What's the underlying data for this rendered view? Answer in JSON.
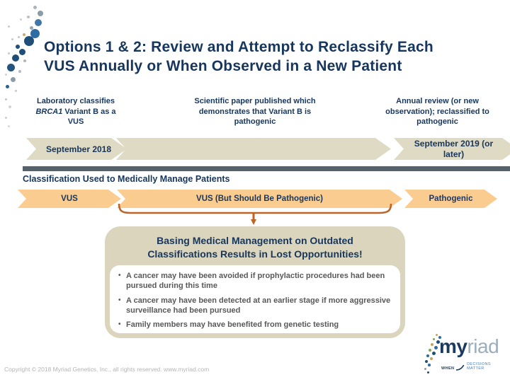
{
  "slide": {
    "title": "Options 1 & 2: Review and Attempt to Reclassify Each VUS Annually or When Observed in a New Patient",
    "columns": [
      {
        "pre": "Laboratory classifies ",
        "gene": "BRCA1",
        "post": " Variant B as a VUS"
      },
      {
        "text": "Scientific paper published which demonstrates that Variant B is pathogenic"
      },
      {
        "text": "Annual review (or new observation); reclassified to pathogenic"
      }
    ],
    "timeline": {
      "start_label": "September 2018",
      "end_label": "September 2019 (or later)"
    },
    "classification": {
      "heading": "Classification Used to Medically Manage Patients",
      "segments": [
        {
          "label": "VUS"
        },
        {
          "label": "VUS (But Should Be Pathogenic)"
        },
        {
          "label": "Pathogenic"
        }
      ]
    },
    "callout": {
      "heading": "Basing Medical Management on Outdated Classifications Results in Lost Opportunities!",
      "bullets": [
        "A cancer may have been avoided if prophylactic procedures had been pursued during this time",
        "A cancer may have been detected at an earlier stage if more aggressive surveillance had been pursued",
        "Family members may have benefited from genetic testing"
      ]
    },
    "footer": {
      "copyright": "Copyright © 2018 Myriad Genetics, Inc., all rights reserved. www.myriad.com"
    },
    "logo": {
      "word_bold": "my",
      "word_light": "riad",
      "tagline_left": "WHEN",
      "tagline_right": "DECISIONS MATTER"
    },
    "colors": {
      "navy": "#17365D",
      "timeline_beige": "#DEDAC4",
      "slate_bar": "#56626B",
      "vus_orange": "#FBCC8F",
      "pathogenic_orange": "#E7A87C",
      "bracket_orange": "#BD6527",
      "callout_fill": "#DAD5BC",
      "bullet_gray": "#595959",
      "logo_light_blue": "#9CADBC",
      "logo_blue": "#4A7EBB"
    }
  }
}
